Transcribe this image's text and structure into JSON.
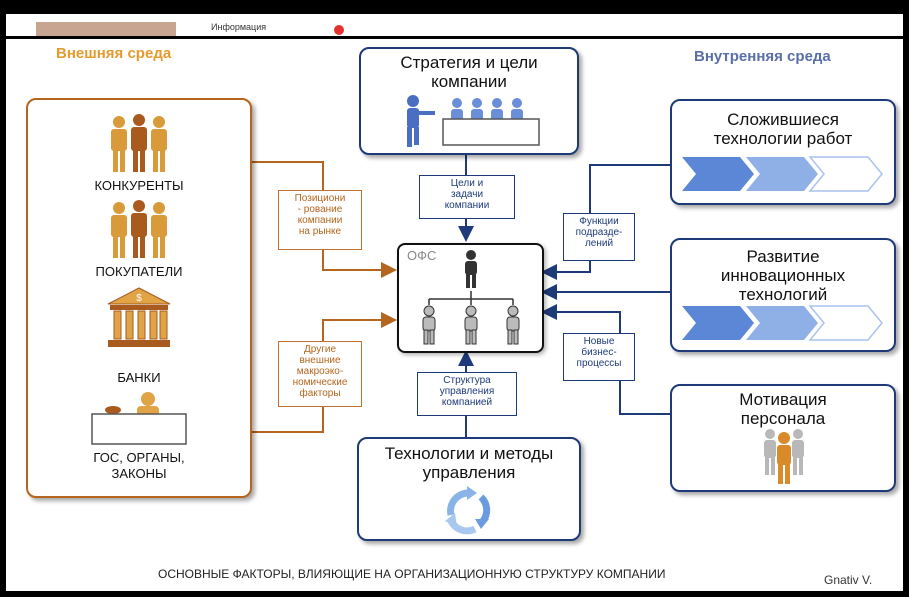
{
  "top_strip": {
    "tiny_text": "Информация"
  },
  "headings": {
    "external": "Внешняя среда",
    "internal": "Внутренняя среда"
  },
  "external_items": [
    {
      "label": "КОНКУРЕНТЫ",
      "icon": "people-group-icon"
    },
    {
      "label": "ПОКУПАТЕЛИ",
      "icon": "people-group-icon"
    },
    {
      "label": "БАНКИ",
      "icon": "bank-icon"
    },
    {
      "label": "ГОС, ОРГАНЫ,\nЗАКОНЫ",
      "icon": "official-desk-icon"
    }
  ],
  "strategy": {
    "title": "Стратегия и цели\nкомпании",
    "icon": "presentation-meeting-icon"
  },
  "methods": {
    "title": "Технологии и методы\nуправления",
    "icon": "recycle-arrows-icon"
  },
  "internal_items": [
    {
      "title": "Сложившиеся\nтехнологии работ",
      "icon": "chevron-process-icon"
    },
    {
      "title": "Развитие\nинновационных\nтехнологий",
      "icon": "chevron-process-icon"
    },
    {
      "title": "Мотивация\nперсонала",
      "icon": "people-group-icon"
    }
  ],
  "connectors": {
    "positioning": "Позициони\n- рование\nкомпании\nна рынке",
    "macro": "Другие\nвнешние\nмакроэко-\nномические\nфакторы",
    "goals": "Цели и\nзадачи\nкомпании",
    "structure": "Структура\nуправления\nкомпанией",
    "functions": "Функции\nподразде-\nлений",
    "processes": "Новые\nбизнес-\nпроцессы"
  },
  "center": {
    "label": "ОФС",
    "icon": "org-chart-icon"
  },
  "caption": "ОСНОВНЫЕ ФАКТОРЫ, ВЛИЯЮЩИЕ НА ОРГАНИЗАЦИОННУЮ СТРУКТУРУ КОМПАНИИ",
  "author": "Gnativ V.",
  "colors": {
    "blue": "#1e3a78",
    "orange": "#b5651d",
    "heading_orange": "#e69a2e",
    "heading_blue": "#5a6ea8",
    "chevron": "#5b87d6"
  }
}
